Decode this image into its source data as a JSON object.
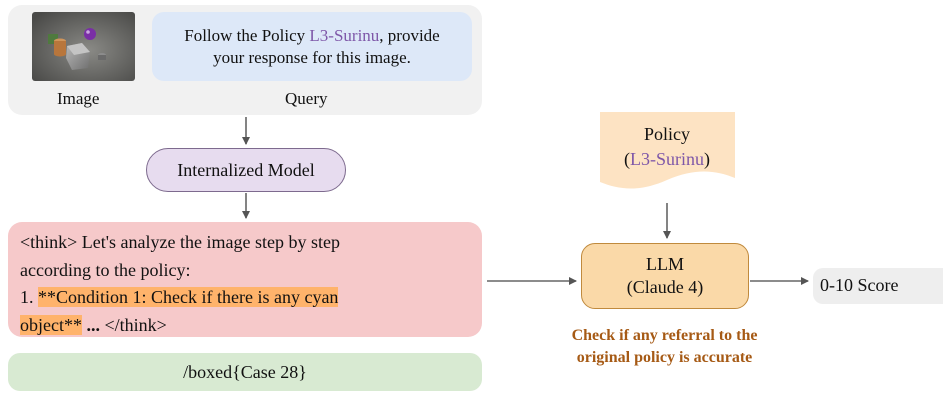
{
  "input": {
    "query_prefix": "Follow the Policy ",
    "policy_name": "L3-Surinu",
    "query_mid": ", provide",
    "query_line2": "your response for this image.",
    "image_caption": "Image",
    "query_caption": "Query"
  },
  "model": {
    "label": "Internalized Model"
  },
  "response": {
    "think_line1": "<think> Let's analyze the image step by step",
    "think_line2": "according to the policy:",
    "condition_prefix": "1. ",
    "condition_hl1": "**Condition 1: Check if there is any cyan",
    "condition_hl2": "object**",
    "ellipsis": "...",
    "close_think": "</think>",
    "boxed": "/boxed{Case 28}"
  },
  "policy": {
    "label": "Policy",
    "open_paren": "(",
    "name": "L3-Surinu",
    "close_paren": ")"
  },
  "judge": {
    "line1": "LLM",
    "line2": "(Claude 4)",
    "note_line1": "Check if any referral to the",
    "note_line2": "original policy is accurate"
  },
  "output": {
    "score": "0-10 Score"
  },
  "colors": {
    "query_bg": "#dde8f8",
    "model_bg": "#e7dcef",
    "think_bg": "#f6c9ca",
    "highlight": "#ffb36b",
    "boxed_bg": "#d8ead2",
    "llm_bg": "#fad9a8",
    "policy_bg": "#fde3c3",
    "note_color": "#a65a15",
    "policy_name_color": "#7e57a8"
  }
}
